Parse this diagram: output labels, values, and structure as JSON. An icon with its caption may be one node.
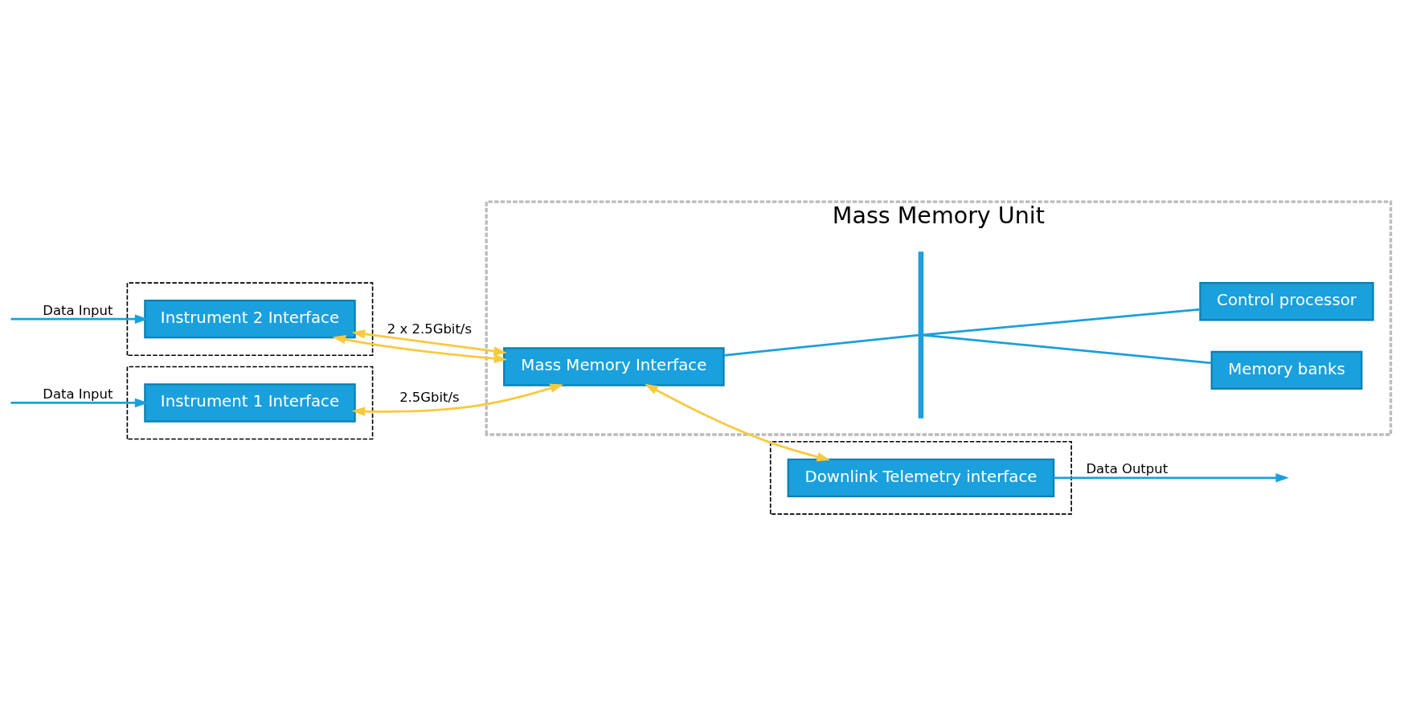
{
  "diagram": {
    "nodes": [
      {
        "text": [],
        "shape": "box"
      },
      {
        "text": [
          "Instrument 1 Interface"
        ],
        "in": 0
      },
      {
        "text": [],
        "shape": "box"
      },
      {
        "text": [
          "Instrument 2 Interface"
        ],
        "in": 2
      },
      {
        "text": [
          "Mass Memory Unit"
        ]
      },
      {
        "text": [
          "Mass Memory Interface"
        ],
        "in": 4
      },
      {
        "text": [
          "Memory banks"
        ],
        "in": 4
      },
      {
        "text": [
          "Control processor"
        ],
        "in": 4
      },
      {
        "text": [],
        "shape": "bar",
        "in": 4
      },
      {
        "text": [],
        "shape": "box"
      },
      {
        "text": [
          "Downlink Telemetry interface"
        ],
        "in": 9
      }
    ],
    "edges": [
      {
        "from": null,
        "to": 1,
        "arrow": "to",
        "label": "Data Input"
      },
      {
        "from": null,
        "to": 3,
        "arrow": "to",
        "label": "Data Input"
      },
      {
        "from": 1,
        "to": 5,
        "arrow": "both",
        "label": "2.5Gbit/s",
        "color": "#f9c93e"
      },
      {
        "from": 3,
        "to": 5,
        "arrow": "both",
        "label": "2 x 2.5Gbit/s",
        "color": "#f9c93e"
      },
      {
        "from": 3,
        "to": 5,
        "arrow": "both",
        "color": "#f9c93e"
      },
      {
        "from": 5,
        "to": 8,
        "arrow": "none"
      },
      {
        "from": 8,
        "to": 6,
        "arrow": "none"
      },
      {
        "from": 8,
        "to": 7,
        "arrow": "none"
      },
      {
        "from": 5,
        "to": 10,
        "arrow": "both",
        "color": "#f9c93e"
      },
      {
        "from": 10,
        "to": null,
        "arrow": "to",
        "label": "Data Output"
      }
    ]
  }
}
